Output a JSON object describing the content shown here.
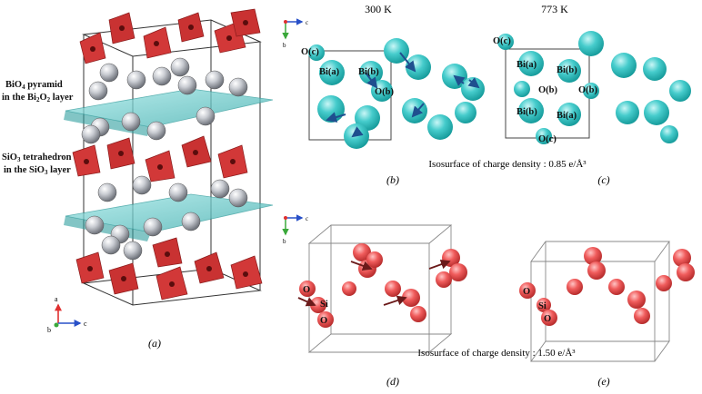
{
  "panels": {
    "a": {
      "caption": "(a)",
      "label_pyramid": [
        "BiO4 pyramid",
        "in the Bi2O2 layer"
      ],
      "label_tetra": [
        "SiO3 tetrahedron",
        "in the SiO3 layer"
      ],
      "axes": {
        "up": "a",
        "right": "c",
        "corner": "b"
      }
    },
    "b": {
      "caption": "(b)",
      "temperature": "300 K",
      "atoms": [
        "O(c)",
        "Bi(a)",
        "Bi(b)",
        "O(b)"
      ],
      "axes": {
        "right": "c",
        "down": "b"
      }
    },
    "c": {
      "caption": "(c)",
      "temperature": "773 K",
      "atoms": [
        "O(c)",
        "Bi(a)",
        "Bi(b)",
        "O(b)",
        "O(b)",
        "Bi(b)",
        "Bi(a)",
        "O(c)"
      ]
    },
    "bc_isosurface": "Isosurface of charge density : 0.85 e/Å³",
    "d": {
      "caption": "(d)",
      "atoms": [
        "O",
        "Si",
        "O"
      ],
      "axes": {
        "right": "c",
        "down": "b"
      }
    },
    "e": {
      "caption": "(e)",
      "atoms": [
        "O",
        "Si",
        "O"
      ]
    },
    "de_isosurface": "Isosurface of charge density : 1.50 e/Å³"
  },
  "colors": {
    "cyan": "#3dc6c6",
    "red_polyhedron": "#d23838",
    "red_density": "#f06060",
    "teal_layer": "#4fc8c8",
    "bi_sphere": "#b8bcc4",
    "arrow": "#1f4f8f",
    "arrow_dark": "#7a2020",
    "axis_red": "#e03030",
    "axis_green": "#3aa83a",
    "axis_blue": "#2850c8"
  }
}
